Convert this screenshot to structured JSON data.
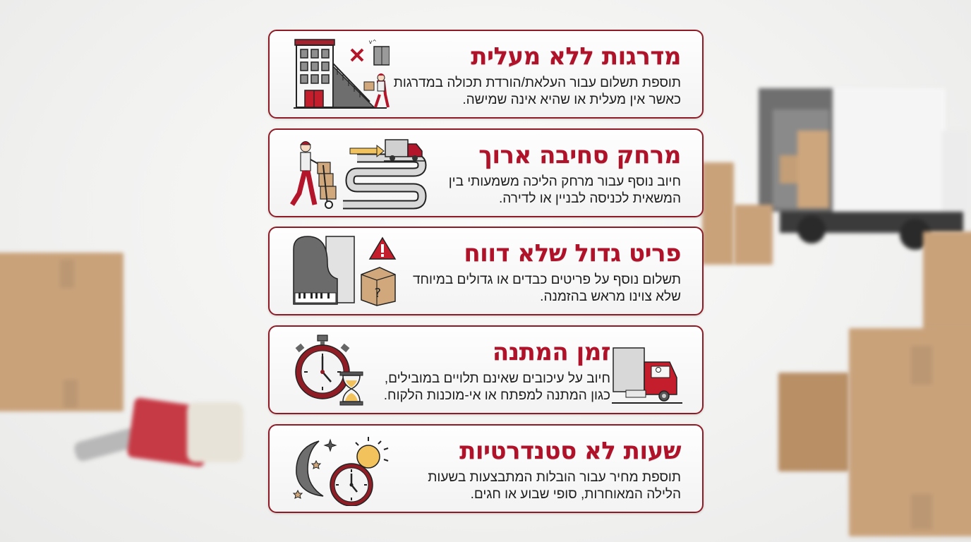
{
  "theme": {
    "accent": "#b0122a",
    "border": "#8e1c26",
    "text": "#1d1d1d",
    "card_bg": "#f7f7f7"
  },
  "cards": [
    {
      "title": "מדרגות ללא מעלית",
      "desc_line1": "תוספת תשלום עבור העלאת/הורדת תכולה במדרגות",
      "desc_line2": "כאשר אין מעלית או שהיא אינה שמישה.",
      "icon": "building-stairs-no-elevator-icon"
    },
    {
      "title": "מרחק סחיבה ארוך",
      "desc_line1": "חיוב נוסף עבור מרחק הליכה משמעותי בין",
      "desc_line2": "המשאית לכניסה לבניין או לדירה.",
      "icon": "hand-truck-long-path-icon"
    },
    {
      "title": "פריט גדול שלא דווח",
      "desc_line1": "תשלום נוסף על פריטים כבדים או גדולים במיוחד",
      "desc_line2": "שלא צוינו מראש בהזמנה.",
      "icon": "piano-box-warning-icon"
    },
    {
      "title": "זמן המתנה",
      "desc_line1": "חיוב על עיכובים שאינם תלויים במובילים,",
      "desc_line2": "כגון המתנה למפתח או אי-מוכנות הלקוח.",
      "icon": "stopwatch-hourglass-icon",
      "side_icon": "moving-truck-icon"
    },
    {
      "title": "שעות לא סטנדרטיות",
      "desc_line1": "תוספת מחיר עבור הובלות המתבצעות בשעות",
      "desc_line2": "הלילה המאוחרות, סופי שבוע או חגים.",
      "icon": "moon-sun-clock-icon"
    }
  ]
}
